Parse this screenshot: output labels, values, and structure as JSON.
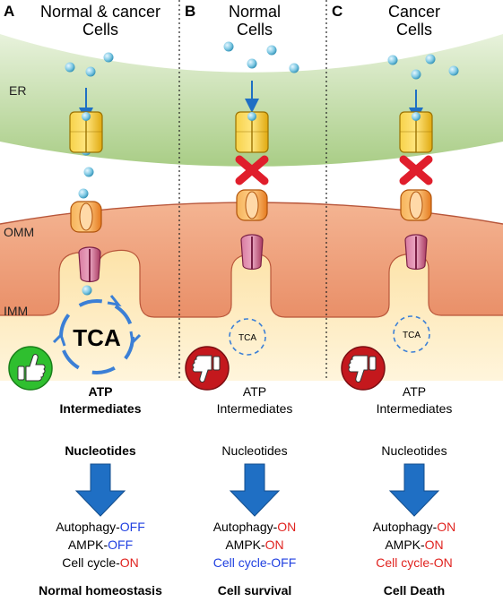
{
  "panels": [
    {
      "letter": "A",
      "title_line1": "Normal & cancer",
      "title_line2": "Cells",
      "tca_label": "TCA",
      "thumb": "thumbs-up",
      "atp": "ATP",
      "intermediates": "Intermediates",
      "nucleotides": "Nucleotides",
      "autophagy_label": "Autophagy-",
      "autophagy_state": "OFF",
      "ampk_label": "AMPK-",
      "ampk_state": "OFF",
      "cellcycle_label": "Cell cycle-",
      "cellcycle_state": "ON",
      "outcome": "Normal homeostasis"
    },
    {
      "letter": "B",
      "title_line1": "Normal",
      "title_line2": "Cells",
      "tca_label": "TCA",
      "thumb": "thumbs-down",
      "atp": "ATP",
      "intermediates": "Intermediates",
      "nucleotides": "Nucleotides",
      "autophagy_label": "Autophagy-",
      "autophagy_state": "ON",
      "ampk_label": "AMPK-",
      "ampk_state": "ON",
      "cellcycle_label": "Cell cycle-",
      "cellcycle_state": "OFF",
      "outcome": "Cell survival"
    },
    {
      "letter": "C",
      "title_line1": "Cancer",
      "title_line2": "Cells",
      "tca_label": "TCA",
      "thumb": "thumbs-down",
      "atp": "ATP",
      "intermediates": "Intermediates",
      "nucleotides": "Nucleotides",
      "autophagy_label": "Autophagy-",
      "autophagy_state": "ON",
      "ampk_label": "AMPK-",
      "ampk_state": "ON",
      "cellcycle_label": "Cell cycle-",
      "cellcycle_state": "ON",
      "outcome": "Cell Death"
    }
  ],
  "membranes": {
    "er": "ER",
    "omm": "OMM",
    "imm": "IMM"
  },
  "colors": {
    "er": "#b9d79a",
    "omm": "#efa07c",
    "matrix": "#fde6b0",
    "channel": "#f3c21b",
    "vdac": "#ef8b2c",
    "mcu": "#c8587f",
    "block": "#e01e2c",
    "arrow": "#1f6fc4",
    "state_on": "#e0231f",
    "state_off": "#1f3fe0",
    "thumb_up_bg": "#2fbf2f",
    "thumb_down_bg": "#c4181d"
  },
  "icons": [
    "calcium-ion-icon",
    "ip3r-channel-icon",
    "vdac-channel-icon",
    "mcu-channel-icon",
    "block-x-icon",
    "thumbs-up-icon",
    "thumbs-down-icon",
    "down-arrow-icon"
  ]
}
